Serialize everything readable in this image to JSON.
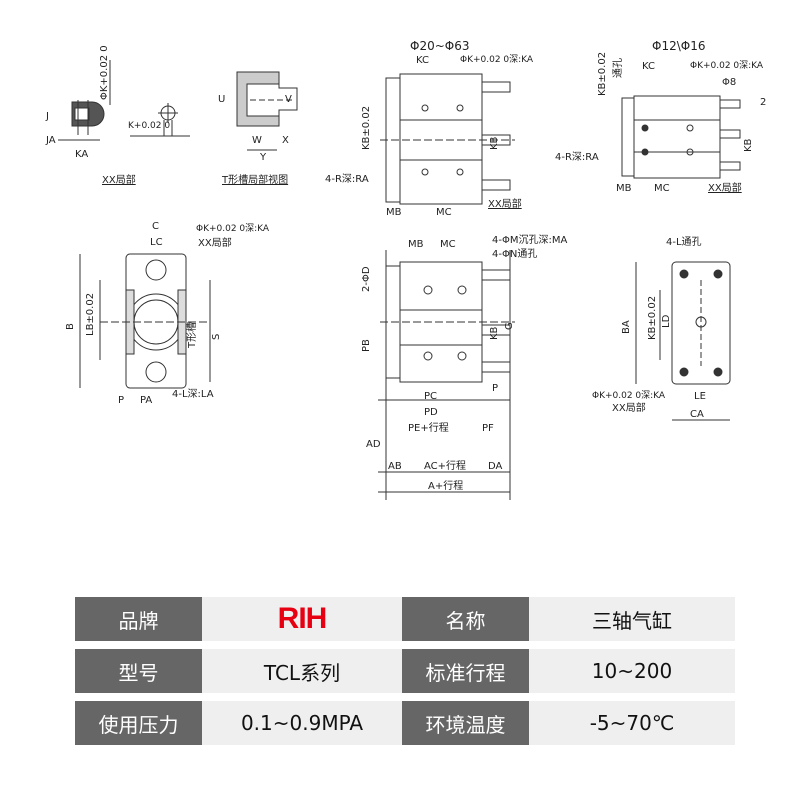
{
  "drawings": {
    "xx_detail": {
      "caption": "XX局部",
      "labels": [
        "ΦK+0.02 0",
        "J",
        "JA",
        "KA"
      ]
    },
    "k_detail": {
      "labels": [
        "K+0.02 0"
      ]
    },
    "t_slot": {
      "caption": "T形槽局部视图",
      "labels": [
        "U",
        "V",
        "W",
        "X",
        "Y"
      ]
    },
    "top_view_large": {
      "title": "Φ20~Φ63",
      "labels": [
        "KC",
        "ΦK+0.02 0深:KA",
        "KB±0.02",
        "KB",
        "4-R深:RA",
        "MB",
        "MC",
        "XX局部"
      ]
    },
    "top_view_small": {
      "title": "Φ12\\Φ16",
      "labels": [
        "KB±0.02",
        "通孔",
        "KC",
        "ΦK+0.02 0深:KA",
        "Φ8",
        "2",
        "KB",
        "4-R深:RA",
        "MB",
        "MC",
        "XX局部"
      ]
    },
    "front_view": {
      "labels": [
        "C",
        "ΦK+0.02 0深:KA",
        "XX局部",
        "LC",
        "B",
        "LB±0.02",
        "T形槽",
        "S",
        "P",
        "PA",
        "4-L深:LA"
      ]
    },
    "side_view": {
      "labels": [
        "MB",
        "MC",
        "4-ΦM沉孔深:MA",
        "4-ΦN通孔",
        "2-ΦD",
        "PB",
        "KB",
        "G",
        "PC",
        "PD",
        "PE+行程",
        "PF",
        "P",
        "AD",
        "AB",
        "AC+行程",
        "DA",
        "A+行程"
      ]
    },
    "rear_view": {
      "labels": [
        "4-L通孔",
        "BA",
        "LD",
        "KB±0.02",
        "ΦK+0.02 0深:KA",
        "XX局部",
        "LE",
        "CA"
      ]
    }
  },
  "spec_table": {
    "rows": [
      {
        "k1": "品牌",
        "v1": "RIH",
        "k2": "名称",
        "v2": "三轴气缸"
      },
      {
        "k1": "型号",
        "v1": "TCL系列",
        "k2": "标准行程",
        "v2": "10~200"
      },
      {
        "k1": "使用压力",
        "v1": "0.1~0.9MPA",
        "k2": "环境温度",
        "v2": "-5~70℃"
      }
    ],
    "brand_color": "#e60012"
  }
}
